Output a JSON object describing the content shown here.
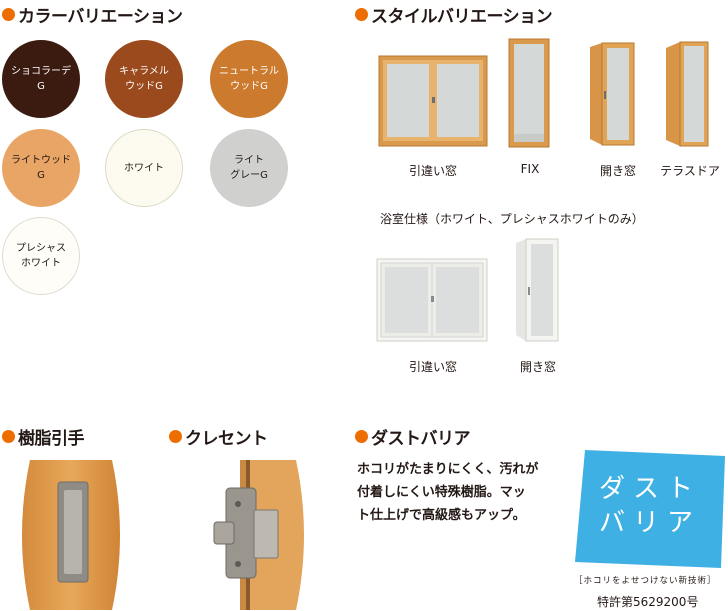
{
  "sections": {
    "color": "カラーバリエーション",
    "style": "スタイルバリエーション",
    "handle": "樹脂引手",
    "crescent": "クレセント",
    "dust": "ダストバリア"
  },
  "colors": [
    {
      "label": "ショコラーデ\nG",
      "fill": "#3b1a10",
      "text": "#ffffff"
    },
    {
      "label": "キャラメル\nウッドG",
      "fill": "#9a4a1c",
      "text": "#ffffff"
    },
    {
      "label": "ニュートラル\nウッドG",
      "fill": "#cc7a2e",
      "text": "#ffffff"
    },
    {
      "label": "ライトウッド\nG",
      "fill": "#e9a565",
      "text": "#231815"
    },
    {
      "label": "ホワイト",
      "fill": "#fdfbef",
      "text": "#231815"
    },
    {
      "label": "ライト\nグレーG",
      "fill": "#d0d1cf",
      "text": "#231815"
    },
    {
      "label": "プレシャス\nホワイト",
      "fill": "#fefdf8",
      "text": "#231815"
    }
  ],
  "windows": [
    "引違い窓",
    "FIX",
    "開き窓",
    "テラスドア"
  ],
  "bath": {
    "note": "浴室仕様（ホワイト、プレシャスホワイトのみ）",
    "windows": [
      "引違い窓",
      "開き窓"
    ]
  },
  "dust": {
    "text": [
      "ホコリがたまりにくく、汚れが",
      "付着しにくい特殊樹脂。マッ",
      "ト仕上げで高級感もアップ。"
    ],
    "logo_line1": "ダスト",
    "logo_line2": "バリア",
    "tagline": "［ホコリをよせつけない新技術］",
    "patent": "特許第5629200号"
  },
  "accent": "#ed6d00",
  "logo_color": "#3fb0e3"
}
